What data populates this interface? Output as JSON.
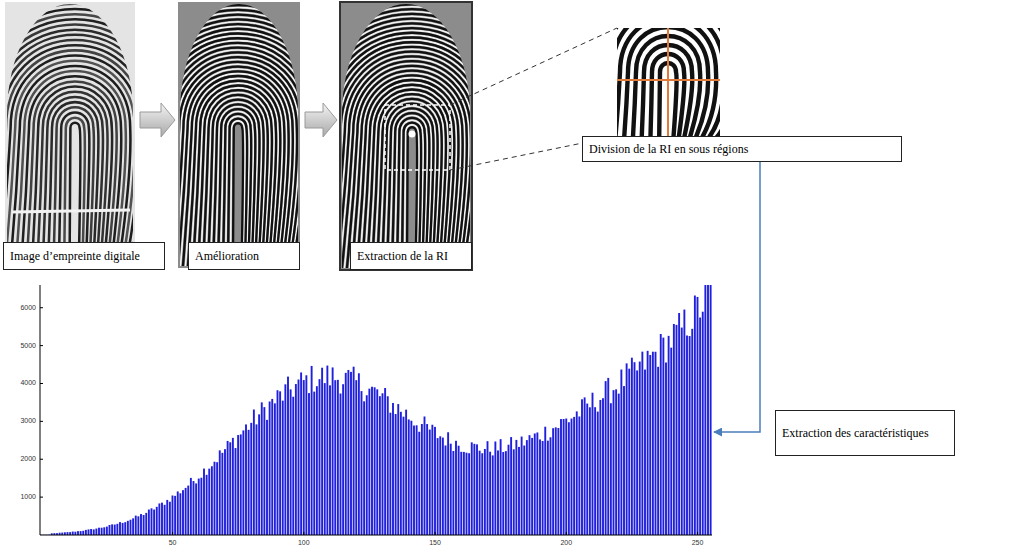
{
  "diagram": {
    "nodes": [
      {
        "text": [
          "Image d’empreinte digitale"
        ]
      },
      {
        "text": [
          "Amélioration"
        ]
      },
      {
        "text": [
          "Extraction de la RI"
        ]
      },
      {
        "text": [
          "Division de la RI en sous régions"
        ]
      },
      {
        "text": [
          "Extraction des caractéristiques"
        ]
      }
    ],
    "edges": [
      {
        "from": 0,
        "to": 1,
        "arrow": "to"
      },
      {
        "from": 1,
        "to": 2,
        "arrow": "to"
      },
      {
        "from": 2,
        "to": 3,
        "arrow": "none"
      },
      {
        "from": 3,
        "to": 4,
        "arrow": "to"
      }
    ],
    "labels": [
      "1000",
      "2000",
      "3000",
      "4000",
      "5000",
      "6000",
      "50",
      "100",
      "150",
      "200",
      "250"
    ]
  }
}
